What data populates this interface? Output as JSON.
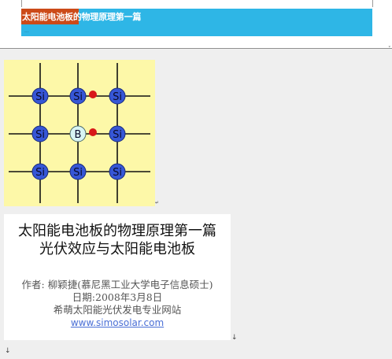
{
  "document": {
    "banner": {
      "highlighted_text": "太阳能电池板",
      "rest_text": "的物理原理第一篇",
      "dots": "...",
      "colors": {
        "background": "#2eb6e6",
        "highlight": "#cc4a18"
      }
    },
    "figure": {
      "atom_labels": {
        "silicon": "Si",
        "boron": "B"
      },
      "colors": {
        "background": "#fdf8a8",
        "silicon_atom": "#3656d6",
        "boron_atom": "#d8f4f4",
        "hole": "#d81818",
        "bond": "#111111"
      }
    },
    "cover": {
      "title_line1": "太阳能电池板的物理原理第一篇",
      "title_line2": "光伏效应与太阳能电池板",
      "author": "作者: 柳颖捷(慕尼黑工业大学电子信息硕士)",
      "date": "日期:2008年3月8日",
      "org": "希萌太阳能光伏发电专业网站",
      "url": "www.simosolar.com"
    },
    "paragraph_marks": {
      "after_figure": "↵",
      "after_cover": "↓",
      "bottom": "↓"
    }
  }
}
